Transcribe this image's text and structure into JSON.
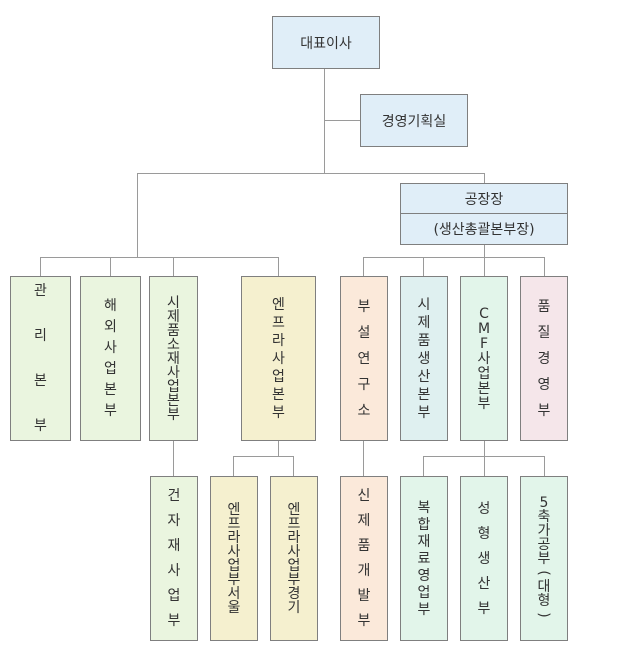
{
  "colors": {
    "blue": "#e0eef8",
    "green": "#eaf5df",
    "yellow": "#f5f0cf",
    "orange": "#fbe9da",
    "cyan": "#dff0f0",
    "mint": "#e2f5ea",
    "pink": "#f5e6ea",
    "border": "#7f7f7f",
    "line": "#9a9a9a"
  },
  "org": {
    "ceo": "대표이사",
    "planning_office": "경영기획실",
    "plant_head": {
      "title": "공장장",
      "subtitle": "(생산총괄본부장)"
    },
    "divisions_left": {
      "management": "관리본부",
      "overseas": "해외사업본부",
      "prototype": "시제품소재사업본부",
      "engineering_plastics": "엔프라사업본부"
    },
    "divisions_right": {
      "research": "부설연구소",
      "prototype_production": "시제품생산본부",
      "cmf": "CMF사업본부",
      "quality": "품질경영부"
    },
    "sub_units": {
      "building_materials": "건자재사업부",
      "enpla_seoul": "엔프라사업부서울",
      "enpla_gyeonggi": "엔프라사업부경기",
      "new_product_dev": "신제품개발부",
      "composite_sales": "복합재료영업부",
      "molding_production": "성형생산부",
      "machining": "5축가공부(대형)"
    }
  }
}
